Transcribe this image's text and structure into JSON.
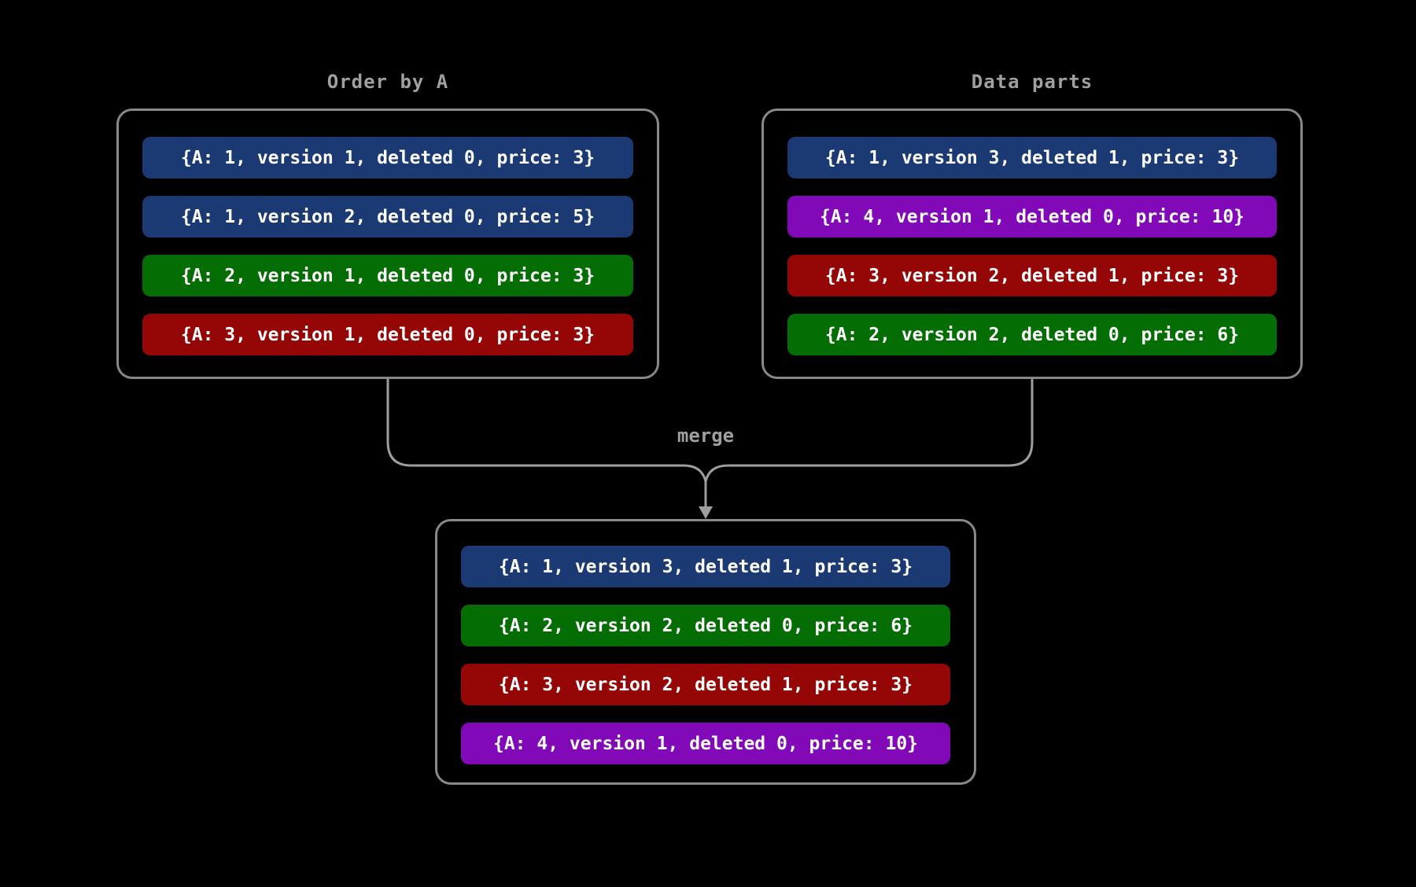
{
  "diagram": {
    "background": "#000000",
    "line_color": "#9e9e9e",
    "border_color": "#888888",
    "label_color": "#a0a0a0",
    "text_color": "#ffffff",
    "merge_label": "merge",
    "colors": {
      "blue": "#1B3A74",
      "green": "#046D04",
      "red": "#950707",
      "purple": "#8209B7"
    },
    "panels": [
      {
        "id": "order-by-a",
        "title": "Order by A",
        "rows": [
          {
            "text": "{A: 1, version 1, deleted 0, price: 3}",
            "color": "blue"
          },
          {
            "text": "{A: 1, version 2, deleted 0, price: 5}",
            "color": "blue"
          },
          {
            "text": "{A: 2, version 1, deleted 0, price: 3}",
            "color": "green"
          },
          {
            "text": "{A: 3, version 1, deleted 0, price: 3}",
            "color": "red"
          }
        ]
      },
      {
        "id": "data-parts",
        "title": "Data parts",
        "rows": [
          {
            "text": "{A: 1, version 3, deleted 1, price: 3}",
            "color": "blue"
          },
          {
            "text": "{A: 4, version 1, deleted 0, price: 10}",
            "color": "purple"
          },
          {
            "text": "{A: 3, version 2, deleted 1, price: 3}",
            "color": "red"
          },
          {
            "text": "{A: 2, version 2, deleted 0, price: 6}",
            "color": "green"
          }
        ]
      },
      {
        "id": "merged-result",
        "title": "",
        "rows": [
          {
            "text": "{A: 1, version 3, deleted 1, price: 3}",
            "color": "blue"
          },
          {
            "text": "{A: 2, version 2, deleted 0, price: 6}",
            "color": "green"
          },
          {
            "text": "{A: 3, version 2, deleted 1, price: 3}",
            "color": "red"
          },
          {
            "text": "{A: 4, version 1, deleted 0, price: 10}",
            "color": "purple"
          }
        ]
      }
    ]
  }
}
